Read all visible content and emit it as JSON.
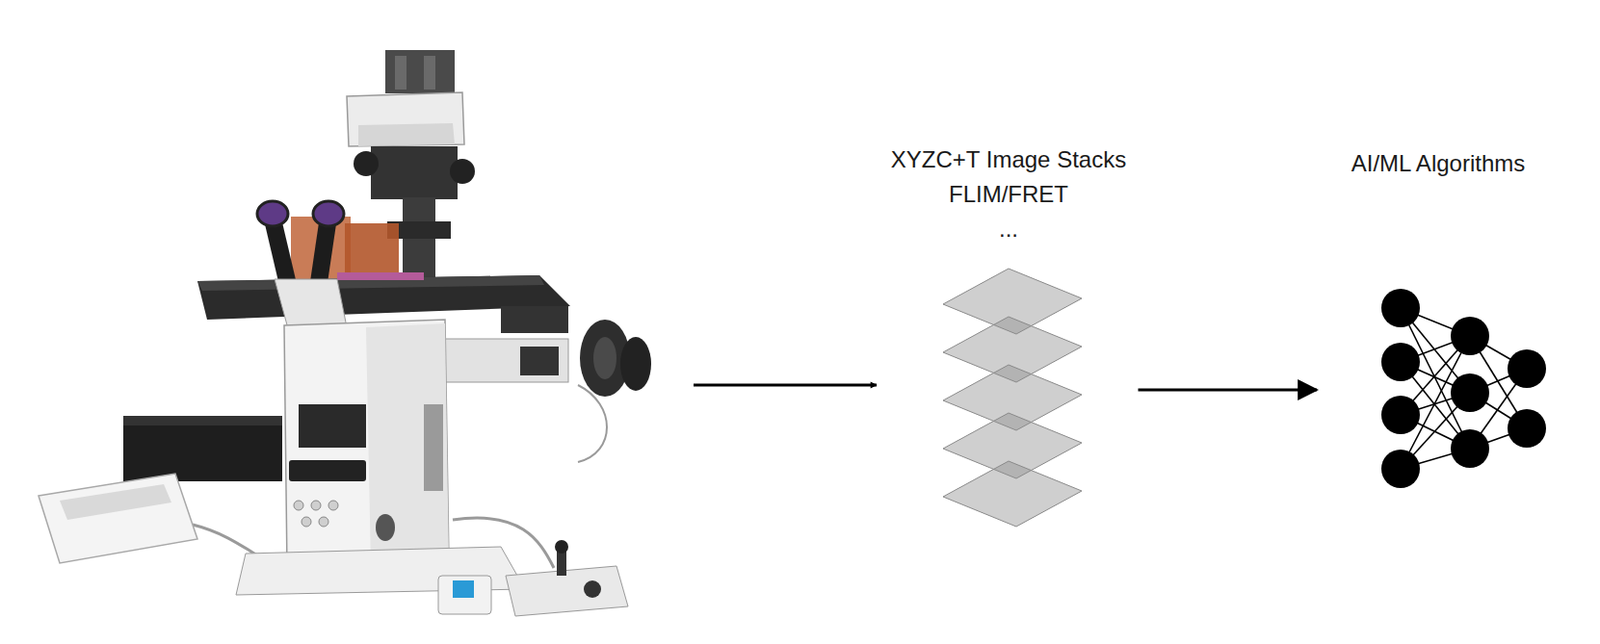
{
  "diagram": {
    "nodes": [
      {
        "text": [
          "XYZC+T Image Stacks",
          "FLIM/FRET",
          "..."
        ]
      },
      {
        "text": [
          "AI/ML Algorithms"
        ]
      }
    ],
    "edges": [
      {
        "from": 0,
        "to": 1,
        "arrow": "to"
      }
    ]
  }
}
